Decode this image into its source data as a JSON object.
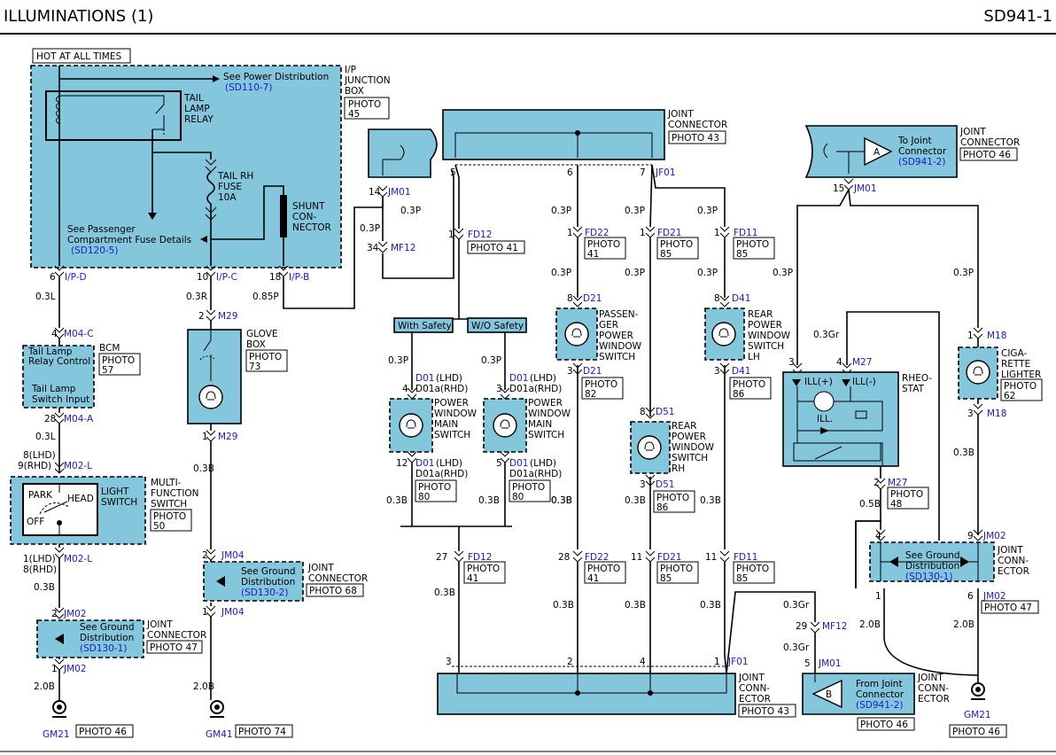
{
  "header": {
    "title": "ILLUMINATIONS (1)",
    "page_id": "SD941-1"
  },
  "hot": "HOT AT ALL TIMES",
  "ipjb": {
    "l1": "I/P",
    "l2": "JUNCTION",
    "l3": "BOX",
    "photo": "PHOTO",
    "photo2": "45",
    "see_pd": "See Power Distribution",
    "sd110": "(SD110-7)",
    "relay1": "TAIL",
    "relay2": "LAMP",
    "relay3": "RELAY",
    "fuse1": "TAIL RH",
    "fuse2": "FUSE",
    "fuse3": "10A",
    "shunt1": "SHUNT",
    "shunt2": "CON-",
    "shunt3": "NECTOR",
    "pcf1": "See Passenger",
    "pcf2": "Compartment Fuse Details",
    "sd120": "(SD120-5)",
    "p6": "6",
    "ipd": "I/P-D",
    "p10": "10",
    "ipc": "I/P-C",
    "p18": "18",
    "ipb": "I/P-B"
  },
  "wires": {
    "w03l_a": "0.3L",
    "w03r": "0.3R",
    "w085p": "0.85P",
    "w03l_b": "0.3L",
    "w03b_a": "0.3B",
    "w20b_a": "2.0B",
    "w03b_g": "0.3B",
    "w20b_g": "2.0B"
  },
  "bcm": {
    "pin4": "4",
    "m04c": "M04-C",
    "pin28": "28",
    "m04a": "M04-A",
    "t1": "Tail Lamp",
    "t2": "Relay Control",
    "t3": "Tail Lamp",
    "t4": "Switch Input",
    "name": "BCM",
    "photo": "PHOTO",
    "photo2": "57"
  },
  "mfs": {
    "p8lhd": "8(LHD)",
    "p9rhd": "9(RHD)",
    "m02l": "M02-L",
    "p1lhd": "1(LHD)",
    "p8rhd": "8(RHD)",
    "m02l_b": "M02-L",
    "park": "PARK",
    "head": "HEAD",
    "off": "OFF",
    "light1": "LIGHT",
    "light2": "SWITCH",
    "n1": "MULTI-",
    "n2": "FUNCTION",
    "n3": "SWITCH",
    "photo": "PHOTO",
    "photo2": "50"
  },
  "jc47a": {
    "p2": "2",
    "jm02": "JM02",
    "p1": "1",
    "jm02b": "JM02",
    "see1": "See Ground",
    "see2": "Distribution",
    "sd": "(SD130-1)",
    "n1": "JOINT",
    "n2": "CONNECTOR",
    "photo": "PHOTO 47"
  },
  "gm21a": {
    "name": "GM21",
    "photo": "PHOTO 46"
  },
  "glove": {
    "p2": "2",
    "m29": "M29",
    "p1": "1",
    "m29b": "M29",
    "n1": "GLOVE",
    "n2": "BOX",
    "photo": "PHOTO",
    "photo2": "73"
  },
  "jc68": {
    "p2": "2",
    "jm04": "JM04",
    "p1": "1",
    "jm04b": "JM04",
    "see1": "See Ground",
    "see2": "Distribution",
    "sd": "(SD130-2)",
    "n1": "JOINT",
    "n2": "CONNECTOR",
    "photo": "PHOTO 68"
  },
  "gm41": {
    "name": "GM41",
    "photo": "PHOTO 74"
  },
  "jm01a": {
    "p14": "14",
    "jm01": "JM01",
    "w03p_a": "0.3P",
    "w03p_b": "0.3P",
    "p34": "34",
    "mf12": "MF12"
  },
  "jc43top": {
    "n1": "JOINT",
    "n2": "CONNECTOR",
    "photo": "PHOTO 43",
    "p5": "5",
    "p6": "6",
    "p7": "7",
    "jf01": "JF01"
  },
  "fd12a": {
    "pin": "1",
    "name": "FD12",
    "photo": "PHOTO 41"
  },
  "sel": {
    "with": "With Safety",
    "wo": "W/O Safety"
  },
  "pwm": {
    "w03p_l": "0.3P",
    "w03p_r": "0.3P",
    "l_d01": "D01",
    "l_lhd": "(LHD)",
    "l_d01a": "D01a(RHD)",
    "l_pin4": "4",
    "l_pin12": "12",
    "l_d01b": "D01",
    "l_lhd2": "(LHD)",
    "l_d01ab": "D01a(RHD)",
    "r_d01": "D01",
    "r_lhd": "(LHD)",
    "r_d01a": "D01a(RHD)",
    "r_pin3": "3",
    "r_pin5": "5",
    "r_d01b": "D01",
    "r_lhd2": "(LHD)",
    "r_d01ab": "D01a(RHD)",
    "n1": "POWER",
    "n2": "WINDOW",
    "n3": "MAIN",
    "n4": "SWITCH",
    "photo_l": "PHOTO",
    "photo_l2": "80",
    "photo_r": "PHOTO",
    "photo_r2": "80",
    "w03b_l": "0.3B",
    "w03b_r": "0.3B",
    "w03b_c": "0.3B"
  },
  "fd12b": {
    "pin": "27",
    "name": "FD12",
    "photo": "PHOTO",
    "photo2": "41",
    "w03b": "0.3B"
  },
  "col_fd22": {
    "w1": "0.3P",
    "pin1": "1",
    "name1": "FD22",
    "photo1": "PHOTO",
    "photo1b": "41",
    "w2": "0.3P",
    "pin8": "8",
    "d21": "D21",
    "pin3": "3",
    "d21b": "D21",
    "photo2": "PHOTO",
    "photo2b": "82",
    "w3": "0.3B",
    "pin28": "28",
    "fd22b": "FD22",
    "photo3": "PHOTO",
    "photo3b": "41",
    "w4": "0.3B",
    "n1": "PASSEN-",
    "n2": "GER",
    "n3": "POWER",
    "n4": "WINDOW",
    "n5": "SWITCH"
  },
  "col_fd21": {
    "w1": "0.3P",
    "pin1": "1",
    "name1": "FD21",
    "photo1": "PHOTO",
    "photo1b": "85",
    "w2": "0.3P",
    "pin8": "8",
    "d51": "D51",
    "pin3": "3",
    "d51b": "D51",
    "photo2": "PHOTO",
    "photo2b": "86",
    "w3": "0.3B",
    "pin11": "11",
    "fd21b": "FD21",
    "photo3": "PHOTO",
    "photo3b": "85",
    "w4": "0.3B",
    "n1": "REAR",
    "n2": "POWER",
    "n3": "WINDOW",
    "n4": "SWITCH",
    "n5": "RH"
  },
  "col_fd11": {
    "w1": "0.3P",
    "pin1": "1",
    "name1": "FD11",
    "photo1": "PHOTO",
    "photo1b": "85",
    "w2": "0.3P",
    "pin8": "8",
    "d41": "D41",
    "pin3": "3",
    "d41b": "D41",
    "photo2": "PHOTO",
    "photo2b": "86",
    "w3": "0.3B",
    "pin11": "11",
    "fd11b": "FD11",
    "photo3": "PHOTO",
    "photo3b": "85",
    "w4": "0.3B",
    "n1": "REAR",
    "n2": "POWER",
    "n3": "WINDOW",
    "n4": "SWITCH",
    "n5": "LH"
  },
  "jc43bot": {
    "p3": "3",
    "p2": "2",
    "p4": "4",
    "p1": "1",
    "jf01": "JF01",
    "n1": "JOINT",
    "n2": "CONN-",
    "n3": "ECTOR",
    "photo": "PHOTO 43"
  },
  "jc46top": {
    "to1": "To Joint",
    "to2": "Connector",
    "sd": "(SD941-2)",
    "a": "A",
    "n1": "JOINT",
    "n2": "CONNECTOR",
    "photo": "PHOTO 46",
    "p15": "15",
    "jm01": "JM01",
    "w03p_l": "0.3P",
    "w03p_r": "0.3P"
  },
  "rheo": {
    "w03gr": "0.3Gr",
    "p3": "3",
    "p4": "4",
    "m27": "M27",
    "illp": "ILL(+)",
    "illm": "ILL(-)",
    "ill": "ILL.",
    "n1": "RHEO-",
    "n2": "STAT",
    "p2": "2",
    "m27b": "M27",
    "photo": "PHOTO",
    "photo2": "48",
    "w05b": "0.5B"
  },
  "cig": {
    "p1": "1",
    "m18": "M18",
    "p3": "3",
    "m18b": "M18",
    "n1": "CIGA-",
    "n2": "RETTE",
    "n3": "LIGHTER",
    "photo": "PHOTO",
    "photo2": "62",
    "w03b": "0.3B"
  },
  "jc47b": {
    "p4": "4",
    "p9": "9",
    "jm02": "JM02",
    "p1": "1",
    "p6": "6",
    "jm02b": "JM02",
    "see1": "See Ground",
    "see2": "Distribution",
    "sd": "(SD130-1)",
    "n1": "JOINT",
    "n2": "CONN-",
    "n3": "ECTOR",
    "photo": "PHOTO 47",
    "w20b_l": "2.0B",
    "w20b_r": "2.0B"
  },
  "gm21b": {
    "name": "GM21",
    "photo": "PHOTO 46"
  },
  "mf12b": {
    "w03gr_a": "0.3Gr",
    "pin29": "29",
    "name": "MF12",
    "w03gr_b": "0.3Gr"
  },
  "jc46bot": {
    "p5": "5",
    "jm01": "JM01",
    "from1": "From Joint",
    "from2": "Connector",
    "sd": "(SD941-2)",
    "b": "B",
    "n1": "JOINT",
    "n2": "CONN-",
    "n3": "ECTOR",
    "photo": "PHOTO 46"
  }
}
